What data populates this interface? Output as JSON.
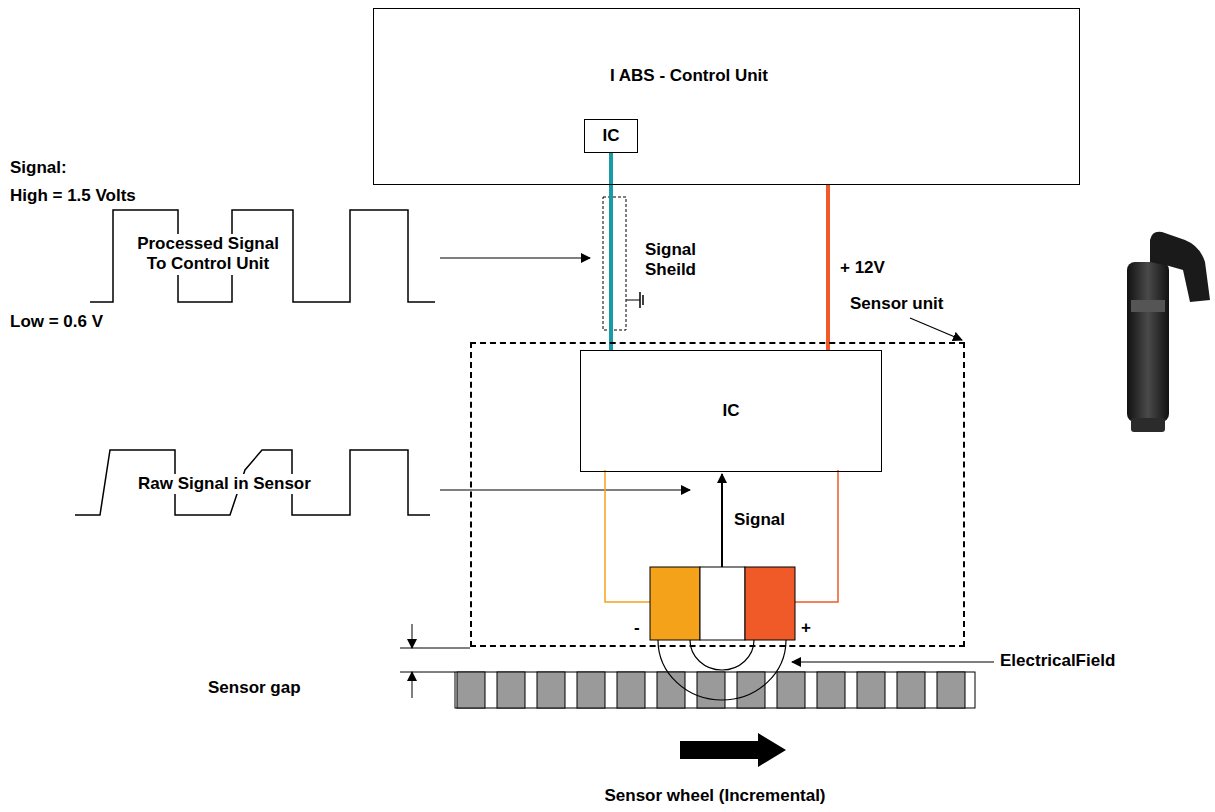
{
  "diagram": {
    "nodes": [
      {
        "text": [
          "I ABS - Control Unit"
        ]
      },
      {
        "text": [
          "IC"
        ],
        "in": 0
      },
      {
        "text": [
          "Sensor unit"
        ]
      },
      {
        "text": [
          "IC"
        ],
        "in": 2
      }
    ],
    "edges": [
      {
        "from": 1,
        "to": 3,
        "arrow": "none"
      },
      {
        "from": 0,
        "to": 3,
        "arrow": "none",
        "label": "+ 12V"
      }
    ],
    "labels": [
      "Signal:",
      "High = 1.5 Volts",
      "Processed Signal To Control Unit",
      "Low = 0.6 V",
      "Signal Sheild",
      "Raw Signal in Sensor",
      "Signal",
      "-",
      "+",
      "Sensor gap",
      "ElectricalField",
      "Sensor wheel (Incremental)"
    ]
  }
}
